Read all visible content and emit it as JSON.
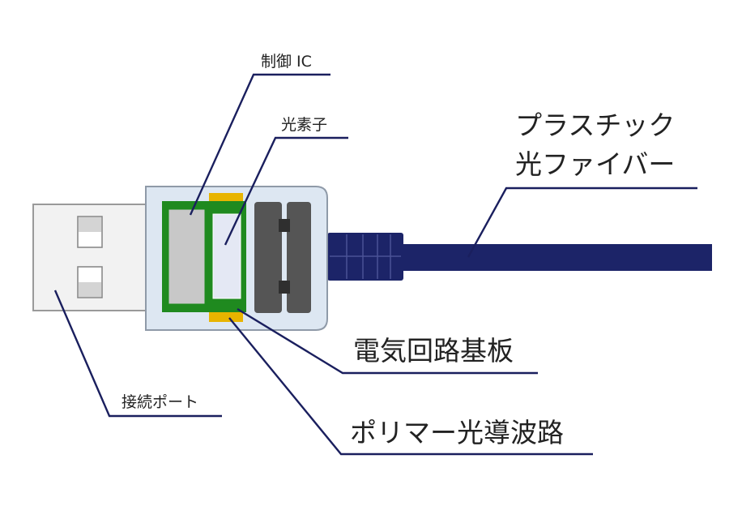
{
  "labels": {
    "control_ic": "制御 IC",
    "optical_element": "光素子",
    "plastic_fiber_line1": "プラスチック",
    "plastic_fiber_line2": "光ファイバー",
    "circuit_board": "電気回路基板",
    "polymer_waveguide": "ポリマー光導波路",
    "connection_port": "接続ポート"
  },
  "colors": {
    "leader_line": "#1a1f5e",
    "fiber": "#1c2468",
    "housing": "#dde7f2",
    "pcb": "#1f8a1f",
    "waveguide": "#e8b400",
    "ic_chip": "#c8c8c8",
    "dark_block": "#555555",
    "plug_metal": "#f2f2f2"
  }
}
